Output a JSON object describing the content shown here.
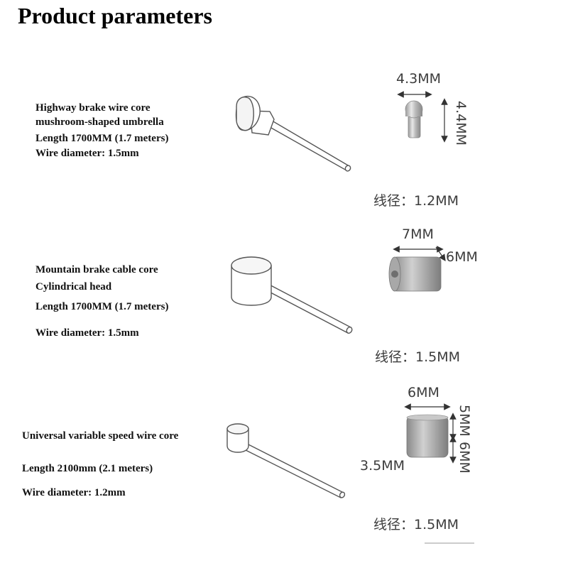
{
  "title": "Product parameters",
  "products": [
    {
      "lines": [
        "Highway brake wire core",
        "mushroom-shaped umbrella",
        "Length 1700MM (1.7 meters)",
        "Wire diameter: 1.5mm"
      ],
      "dims": {
        "width": "4.3MM",
        "height": "4.4MM",
        "wire": "线径：1.2MM"
      }
    },
    {
      "lines": [
        "Mountain brake cable core",
        " Cylindrical head",
        "Length 1700MM (1.7 meters)",
        "Wire diameter: 1.5mm"
      ],
      "dims": {
        "width": "7MM",
        "height": "6MM",
        "wire": "线径：1.5MM"
      }
    },
    {
      "lines": [
        "Universal variable speed wire core",
        "Length 2100mm (2.1 meters)",
        "Wire diameter: 1.2mm"
      ],
      "dims": {
        "width": "6MM",
        "height_a": "5MM",
        "height_b": "6MM",
        "side": "3.5MM",
        "wire": "线径：1.5MM"
      }
    }
  ]
}
